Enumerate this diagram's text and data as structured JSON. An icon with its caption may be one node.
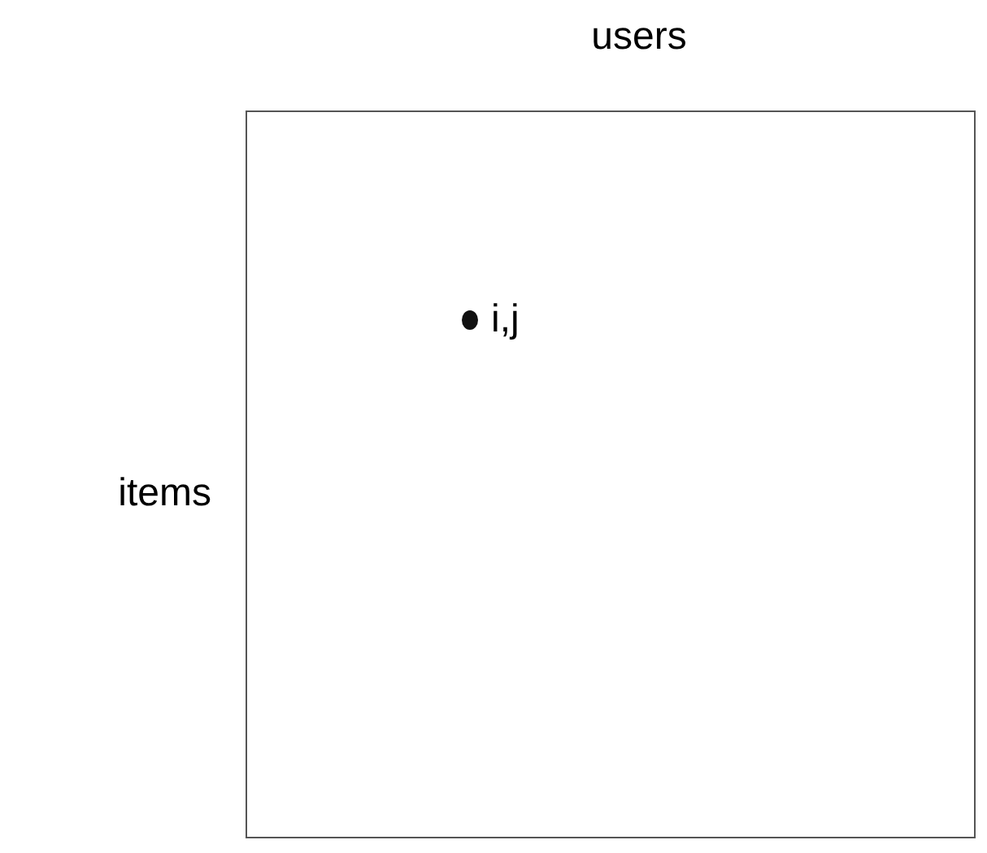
{
  "diagram": {
    "labels": [
      "users",
      "items",
      "i,j"
    ]
  }
}
